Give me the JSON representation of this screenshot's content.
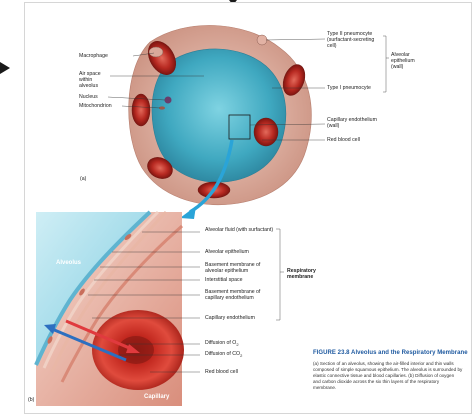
{
  "figure": {
    "panel_a_label": "(a)",
    "panel_b_label": "(b)",
    "caption_title": "FIGURE 23.8  Alveolus and the Respiratory Membrane",
    "caption_body": "(a) Section of an alveolus, showing the air-filled interior and thin walls composed of simple squamous epithelium. The alveolus is surrounded by elastic connective tissue and blood capillaries. (b) Diffusion of oxygen and carbon dioxide across the six thin layers of the respiratory membrane."
  },
  "panel_a": {
    "left_labels": {
      "macrophage": "Macrophage",
      "air_space": "Air space within alveolus",
      "nucleus": "Nucleus",
      "mitochondrion": "Mitochondrion"
    },
    "right_labels": {
      "type2": "Type II pneumocyte (surfactant-secreting cell)",
      "alveolar_epithelium": "Alveolar epithelium (wall)",
      "type1": "Type I pneumocyte",
      "capillary_endothelium": "Capillary endothelium (wall)",
      "rbc": "Red blood cell"
    }
  },
  "panel_b": {
    "alveolus_label": "Alveolus",
    "capillary_label": "Capillary",
    "labels": {
      "alveolar_fluid": "Alveolar fluid (with surfactant)",
      "alveolar_epithelium": "Alveolar epithelium",
      "basement_alveolar": "Basement membrane of alveolar epithelium",
      "interstitial": "Interstitial space",
      "basement_capillary": "Basement membrane of capillary endothelium",
      "capillary_endothelium": "Capillary endothelium",
      "diffusion_o2": "Diffusion of O",
      "diffusion_o2_sub": "2",
      "diffusion_co2": "Diffusion of CO",
      "diffusion_co2_sub": "2",
      "rbc": "Red blood cell"
    },
    "respiratory_membrane": "Respiratory membrane"
  },
  "colors": {
    "alveolus_fill": "#4fb6cc",
    "capillary_red": "#c8342b",
    "tissue_pink": "#e7b9a8",
    "o2_arrow": "#e03a3e",
    "co2_arrow": "#2d6fc0",
    "caption_title": "#1f5aa0"
  }
}
